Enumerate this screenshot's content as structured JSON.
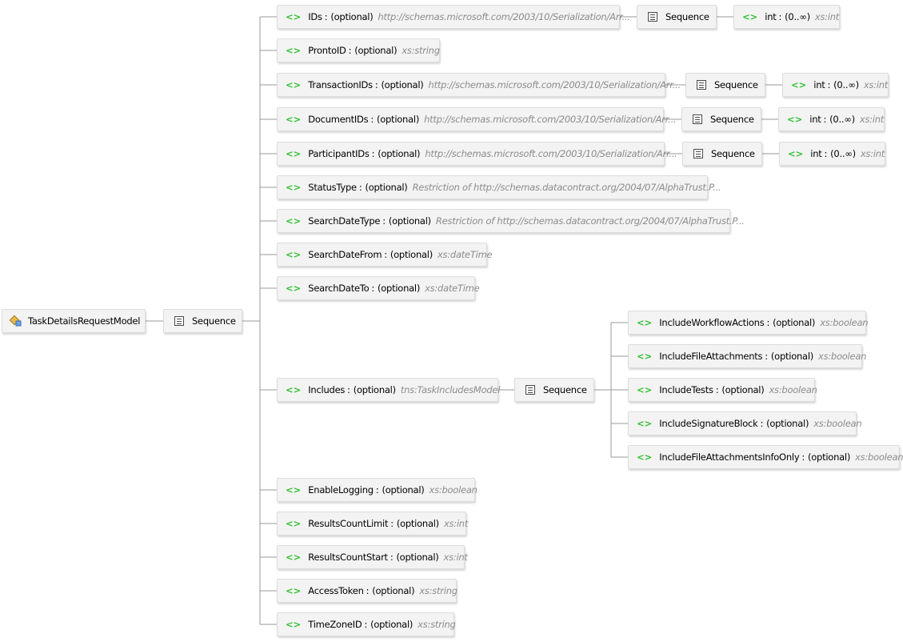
{
  "root": {
    "label": "TaskDetailsRequestModel",
    "icon": "complex-type-icon"
  },
  "sequence_label": "Sequence",
  "element_icon": "<>",
  "elements": [
    {
      "name": "IDs",
      "optional": "(optional)",
      "type": "http://schemas.microsoft.com/2003/10/Serialization/Arr...",
      "child": {
        "label": "Sequence",
        "item": {
          "name": "int",
          "cardinality": "(0..∞)",
          "type": "xs:int"
        }
      }
    },
    {
      "name": "ProntoID",
      "optional": "(optional)",
      "type": "xs:string"
    },
    {
      "name": "TransactionIDs",
      "optional": "(optional)",
      "type": "http://schemas.microsoft.com/2003/10/Serialization/Arr...",
      "child": {
        "label": "Sequence",
        "item": {
          "name": "int",
          "cardinality": "(0..∞)",
          "type": "xs:int"
        }
      }
    },
    {
      "name": "DocumentIDs",
      "optional": "(optional)",
      "type": "http://schemas.microsoft.com/2003/10/Serialization/Arr...",
      "child": {
        "label": "Sequence",
        "item": {
          "name": "int",
          "cardinality": "(0..∞)",
          "type": "xs:int"
        }
      }
    },
    {
      "name": "ParticipantIDs",
      "optional": "(optional)",
      "type": "http://schemas.microsoft.com/2003/10/Serialization/Arr...",
      "child": {
        "label": "Sequence",
        "item": {
          "name": "int",
          "cardinality": "(0..∞)",
          "type": "xs:int"
        }
      }
    },
    {
      "name": "StatusType",
      "optional": "(optional)",
      "type": "Restriction of http://schemas.datacontract.org/2004/07/AlphaTrust.P..."
    },
    {
      "name": "SearchDateType",
      "optional": "(optional)",
      "type": "Restriction of http://schemas.datacontract.org/2004/07/AlphaTrust.P..."
    },
    {
      "name": "SearchDateFrom",
      "optional": "(optional)",
      "type": "xs:dateTime"
    },
    {
      "name": "SearchDateTo",
      "optional": "(optional)",
      "type": "xs:dateTime"
    },
    {
      "name": "Includes",
      "optional": "(optional)",
      "type": "tns:TaskIncludesModel",
      "child": {
        "label": "Sequence",
        "items": [
          {
            "name": "IncludeWorkflowActions",
            "optional": "(optional)",
            "type": "xs:boolean"
          },
          {
            "name": "IncludeFileAttachments",
            "optional": "(optional)",
            "type": "xs:boolean"
          },
          {
            "name": "IncludeTests",
            "optional": "(optional)",
            "type": "xs:boolean"
          },
          {
            "name": "IncludeSignatureBlock",
            "optional": "(optional)",
            "type": "xs:boolean"
          },
          {
            "name": "IncludeFileAttachmentsInfoOnly",
            "optional": "(optional)",
            "type": "xs:boolean"
          }
        ]
      }
    },
    {
      "name": "EnableLogging",
      "optional": "(optional)",
      "type": "xs:boolean"
    },
    {
      "name": "ResultsCountLimit",
      "optional": "(optional)",
      "type": "xs:int"
    },
    {
      "name": "ResultsCountStart",
      "optional": "(optional)",
      "type": "xs:int"
    },
    {
      "name": "AccessToken",
      "optional": "(optional)",
      "type": "xs:string"
    },
    {
      "name": "TimeZoneID",
      "optional": "(optional)",
      "type": "xs:string"
    }
  ],
  "colors": {
    "element_icon": "#2ebf2e",
    "type_text": "#8c8c8c",
    "node_bg": "#f3f3f3",
    "connector": "#9a9a9a"
  }
}
